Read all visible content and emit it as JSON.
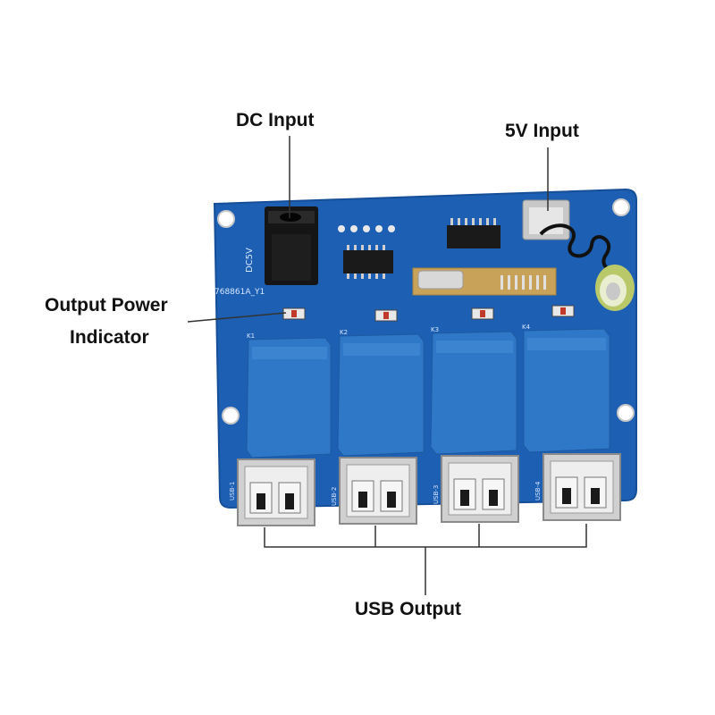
{
  "labels": {
    "dc_input": "DC Input",
    "v5_input": "5V Input",
    "output_power_line1": "Output Power",
    "output_power_line2": "Indicator",
    "usb_output": "USB Output"
  },
  "board": {
    "model_text": "768861A_Y1",
    "dc_silk": "DC5V",
    "usb_ports": [
      "USB-1",
      "USB-2",
      "USB-3",
      "USB-4"
    ],
    "relay_labels": [
      "K1",
      "K2",
      "K3",
      "K4"
    ]
  },
  "colors": {
    "pcb": "#1f63b8",
    "relay": "#2f78c8",
    "text": "#111111"
  }
}
